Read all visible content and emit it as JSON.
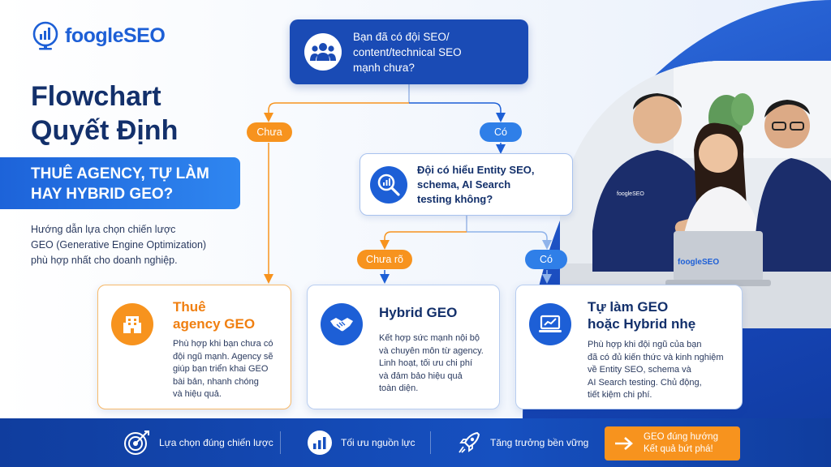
{
  "brand": {
    "name": "foogleSEO",
    "laptop_logo": "foogleSEO",
    "shirt_logo": "foogleSEO"
  },
  "title": {
    "line1": "Flowchart",
    "line2": "Quyết Định"
  },
  "subtitle": {
    "line1": "THUÊ AGENCY, TỰ LÀM",
    "line2": "HAY HYBRID GEO?"
  },
  "description": [
    "Hướng dẫn lựa chọn chiến lược",
    "GEO (Generative Engine Optimization)",
    "phù hợp nhất cho doanh nghiệp."
  ],
  "question1": {
    "icon": "team-icon",
    "lines": [
      "Bạn đã có đội SEO/",
      "content/technical SEO",
      "mạnh chưa?"
    ]
  },
  "question2": {
    "icon": "search-analytics-icon",
    "lines": [
      "Đội có hiểu Entity SEO,",
      "schema, AI Search",
      "testing không?"
    ]
  },
  "branches": {
    "q1_no": "Chưa",
    "q1_yes": "Có",
    "q2_unsure": "Chưa rõ",
    "q2_yes": "Có"
  },
  "outcomes": {
    "agency": {
      "icon": "building-icon",
      "title": [
        "Thuê",
        "agency GEO"
      ],
      "body": [
        "Phù hợp khi bạn chưa có",
        "đội ngũ mạnh. Agency sẽ",
        "giúp bạn triển khai GEO",
        "bài bản, nhanh chóng",
        "và hiệu quả."
      ]
    },
    "hybrid": {
      "icon": "handshake-icon",
      "title": [
        "Hybrid GEO"
      ],
      "body": [
        "Kết hợp sức mạnh nội bộ",
        "và chuyên môn từ agency.",
        "Linh hoạt, tối ưu chi phí",
        "và đảm bảo hiệu quả",
        "toàn diện."
      ]
    },
    "self": {
      "icon": "laptop-chart-icon",
      "title": [
        "Tự làm GEO",
        "hoặc Hybrid nhẹ"
      ],
      "body": [
        "Phù hợp khi đội ngũ của bạn",
        "đã có đủ kiến thức và kinh nghiệm",
        "về Entity SEO, schema và",
        "AI Search testing. Chủ động,",
        "tiết kiệm chi phí."
      ]
    }
  },
  "footer": {
    "items": [
      {
        "icon": "target-icon",
        "label": "Lựa chọn đúng chiến lược"
      },
      {
        "icon": "bar-chart-icon",
        "label": "Tối ưu nguồn lực"
      },
      {
        "icon": "rocket-icon",
        "label": "Tăng trưởng bền vững"
      }
    ],
    "cta": {
      "icon": "arrow-right-icon",
      "lines": [
        "GEO đúng hướng",
        "Kết quả bứt phá!"
      ]
    }
  },
  "colors": {
    "primary": "#1d5fd6",
    "navy": "#13306b",
    "orange": "#f7931e",
    "dark_blue": "#103d9e"
  }
}
